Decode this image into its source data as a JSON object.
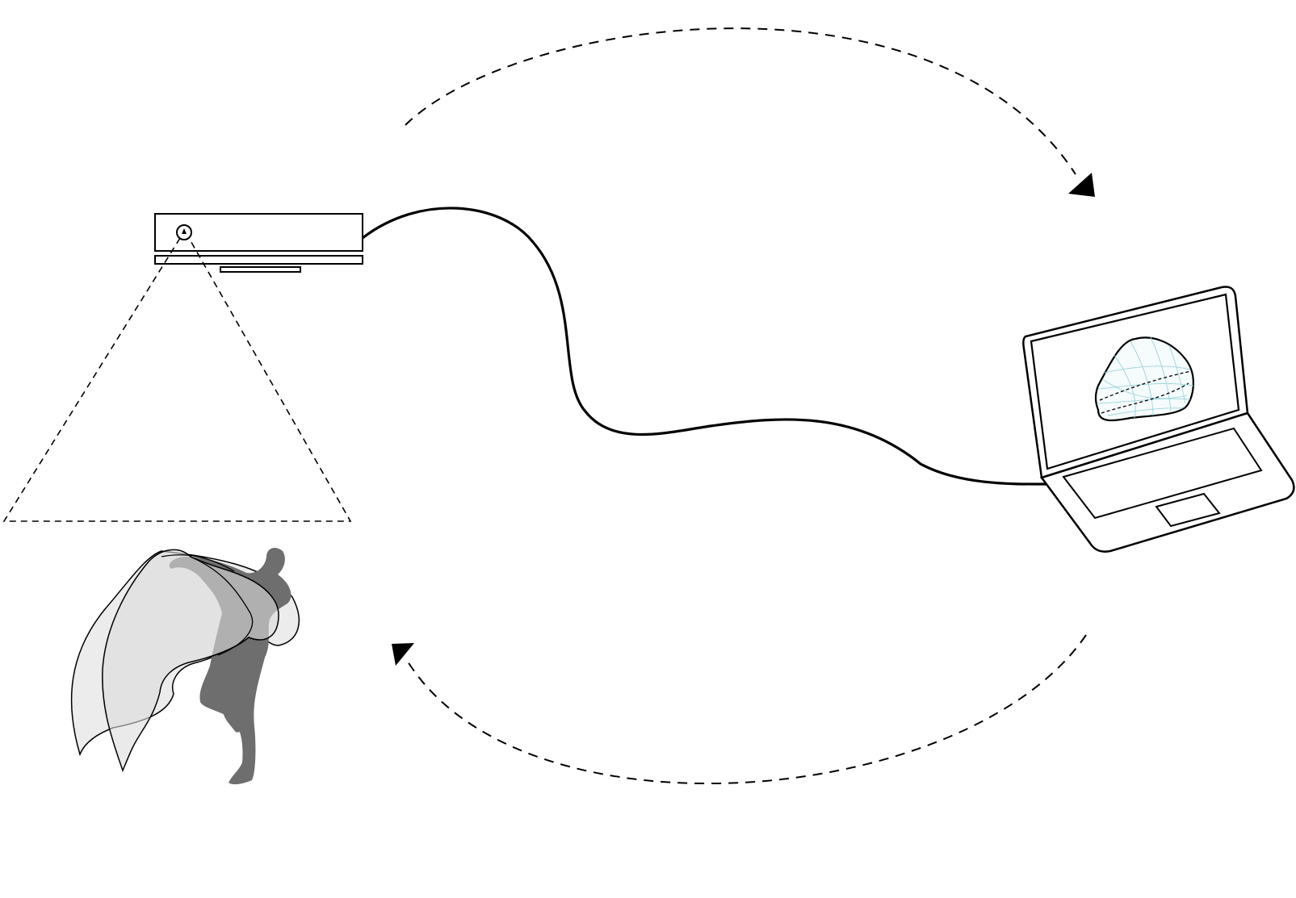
{
  "diagram": {
    "caption": "",
    "nodes": [
      {
        "id": "depth-sensor",
        "label": ""
      },
      {
        "id": "performer-with-fabric",
        "label": ""
      },
      {
        "id": "laptop",
        "label": ""
      },
      {
        "id": "screen-3d-mesh",
        "label": ""
      }
    ],
    "edges": [
      {
        "from": "depth-sensor",
        "to": "laptop",
        "kind": "cable",
        "style": "solid"
      },
      {
        "from": "depth-sensor",
        "to": "laptop",
        "kind": "flow-arrow",
        "style": "dashed"
      },
      {
        "from": "laptop",
        "to": "performer-with-fabric",
        "kind": "flow-arrow",
        "style": "dashed"
      }
    ],
    "colors": {
      "stroke": "#000000",
      "figure": "#6e6e6e",
      "fabric": "#e8e8e8",
      "mesh": "#9ad4dc"
    }
  }
}
